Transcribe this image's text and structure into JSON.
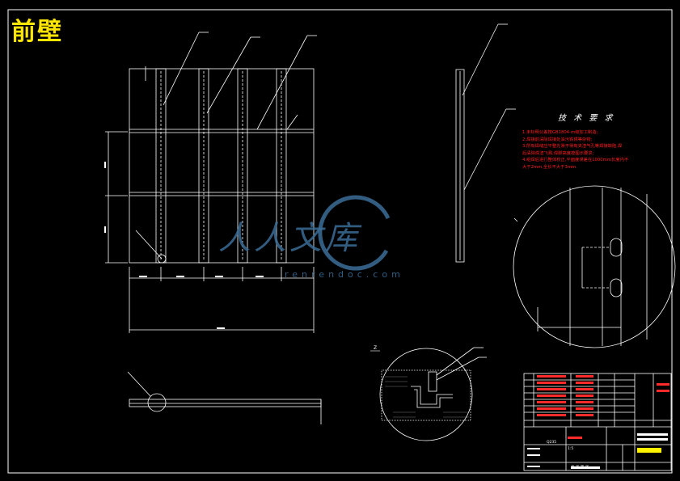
{
  "drawing": {
    "title": "前壁",
    "tech_title": "技 术 要 求",
    "tech_notes": [
      "1.未标明公差按GB1804-m级加工制造;",
      "2.焊接前清除焊接处油污铁锈等杂物;",
      "3.所有焊缝应平整光滑不得有夹渣气孔等焊接缺陷,焊",
      "后清除焊渣飞溅;焊脚高度按图示要求;",
      "4.组焊后进行整体校正,平面度误差在1000mm长度内不",
      "大于2mm,全长不大于3mm."
    ],
    "watermark": "人人文库",
    "watermark_url": "renrendoc.com"
  },
  "title_block": {
    "scale": "1:5",
    "material": "Q235",
    "sheet": "共 张 第 张",
    "name": "前壁"
  },
  "colors": {
    "background": "#000000",
    "title": "#ffe600",
    "notes": "#ff2020",
    "lines": "#ffffff",
    "watermark": "#3b6d96"
  }
}
